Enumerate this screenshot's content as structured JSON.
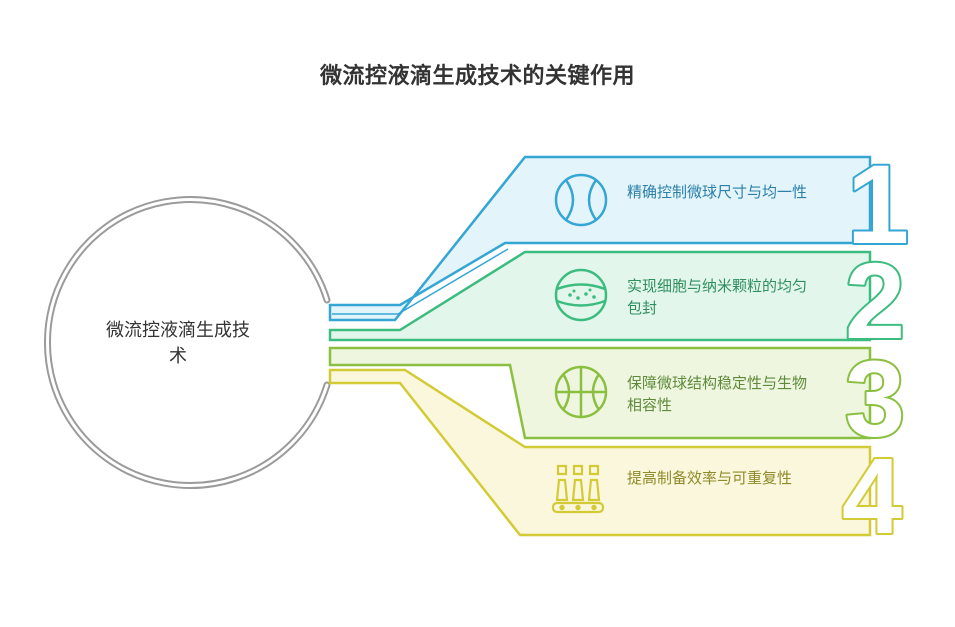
{
  "title": "微流控液滴生成技术的关键作用",
  "center": {
    "line1": "微流控液滴生成技",
    "line2": "术"
  },
  "branches": [
    {
      "number": "1",
      "text": "精确控制微球尺寸与均一性",
      "color": "#35a6d4",
      "fill": "#e4f4fb",
      "icon": "tennis-ball-icon"
    },
    {
      "number": "2",
      "text": "实现细胞与纳米颗粒的均匀包封",
      "color": "#3cbc7f",
      "fill": "#e3f6ec",
      "icon": "textured-ball-icon"
    },
    {
      "number": "3",
      "text": "保障微球结构稳定性与生物相容性",
      "color": "#8bbf3f",
      "fill": "#eef6e0",
      "icon": "basketball-icon"
    },
    {
      "number": "4",
      "text": "提高制备效率与可重复性",
      "color": "#d3cb35",
      "fill": "#fbf7dc",
      "icon": "production-line-icon"
    }
  ]
}
